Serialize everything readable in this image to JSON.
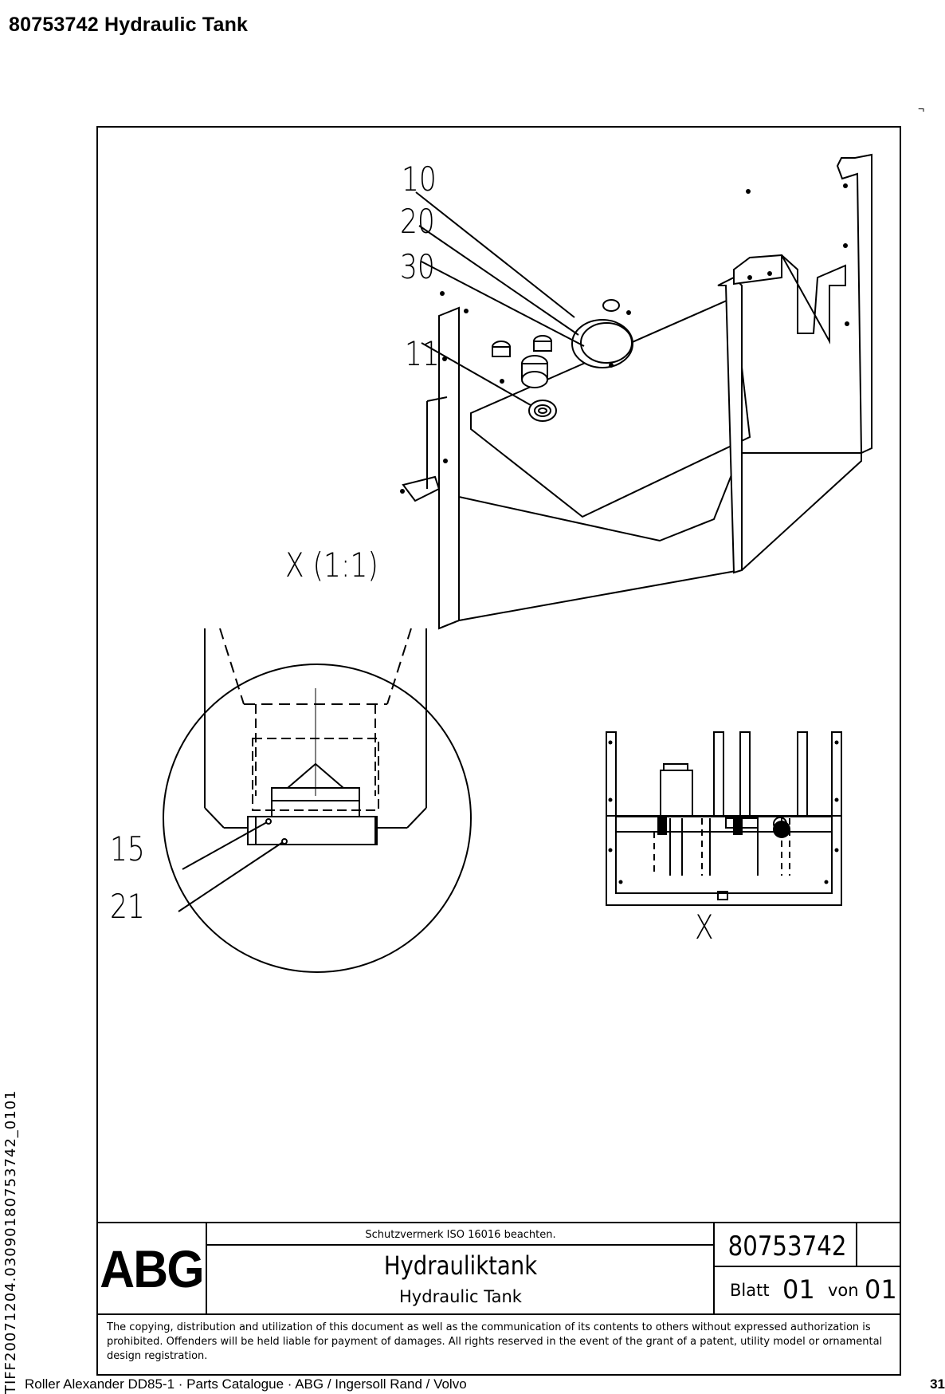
{
  "header": {
    "title": "80753742  Hydraulic Tank"
  },
  "corner_mark": "¬",
  "drawing": {
    "callouts": [
      "10",
      "20",
      "30",
      "11",
      "15",
      "21"
    ],
    "detail_label": "X (1:1)",
    "view_label": "X"
  },
  "side_text": "TIFF20071204.03090180753742_0101",
  "title_block": {
    "logo": "ABG",
    "protection_note": "Schutzvermerk ISO 16016 beachten.",
    "title_de": "Hydrauliktank",
    "title_en": "Hydraulic Tank",
    "drawing_number": "80753742",
    "sheet_label": "Blatt",
    "sheet_number": "01",
    "of_label": "von",
    "sheet_total": "01",
    "legal": "The copying, distribution and utilization of this document as well as the communication of its contents to others without expressed authorization is prohibited. Offenders will be held liable for payment of damages. All rights reserved in the event of the grant of a patent, utility model or ornamental design registration."
  },
  "footer": {
    "left": "Roller Alexander DD85-1  ·  Parts Catalogue  ·  ABG / Ingersoll Rand / Volvo",
    "page": "31"
  }
}
